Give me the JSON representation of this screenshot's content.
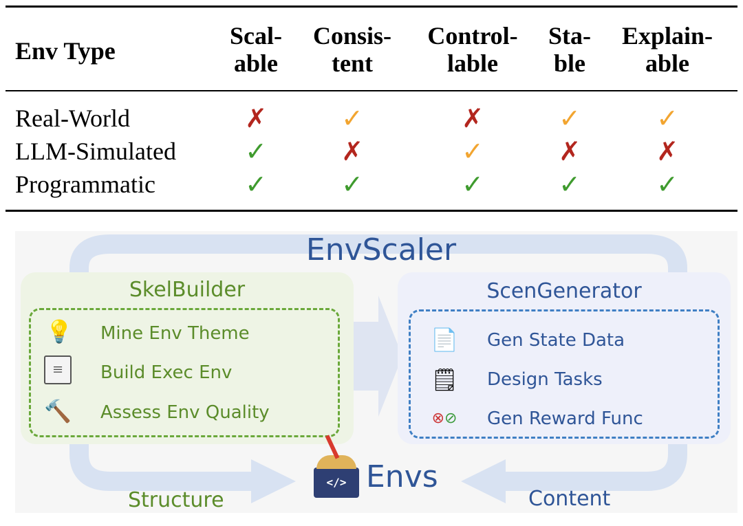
{
  "table": {
    "header": [
      "Env Type",
      "Scal-\nable",
      "Consis-\ntent",
      "Control-\nlable",
      "Sta-\nble",
      "Explain-\nable"
    ],
    "header_lines": [
      [
        "Env Type"
      ],
      [
        "Scal-",
        "able"
      ],
      [
        "Consis-",
        "tent"
      ],
      [
        "Control-",
        "lable"
      ],
      [
        "Sta-",
        "ble"
      ],
      [
        "Explain-",
        "able"
      ]
    ],
    "rows": [
      {
        "label": "Real-World",
        "values": [
          "cross-red",
          "check-orange",
          "cross-red",
          "check-orange",
          "check-orange"
        ]
      },
      {
        "label": "LLM-Simulated",
        "values": [
          "check-green",
          "cross-red",
          "check-orange",
          "cross-red",
          "cross-red"
        ]
      },
      {
        "label": "Programmatic",
        "values": [
          "check-green",
          "check-green",
          "check-green",
          "check-green",
          "check-green"
        ]
      }
    ],
    "symbols": {
      "check": "✓",
      "cross": "✗"
    },
    "colors": {
      "red": "#b3261e",
      "orange": "#f2a530",
      "green": "#3f9b2e"
    }
  },
  "diagram": {
    "title": "EnvScaler",
    "skel": {
      "title": "SkelBuilder",
      "items": [
        {
          "label": "Mine Env Theme",
          "icon": "lightbulb-icon"
        },
        {
          "label": "Build Exec Env",
          "icon": "code-window-icon"
        },
        {
          "label": "Assess Env Quality",
          "icon": "gavel-icon"
        }
      ]
    },
    "scen": {
      "title": "ScenGenerator",
      "items": [
        {
          "label": "Gen State Data",
          "icon": "document-gear-icon"
        },
        {
          "label": "Design Tasks",
          "icon": "sticky-notes-icon"
        },
        {
          "label": "Gen Reward Func",
          "icon": "code-check-icon"
        }
      ]
    },
    "envs": "Envs",
    "structure": "Structure",
    "content": "Content",
    "colors": {
      "green": "#5b8c2a",
      "blue": "#2f5597",
      "arrow": "#d8e2f2"
    }
  }
}
